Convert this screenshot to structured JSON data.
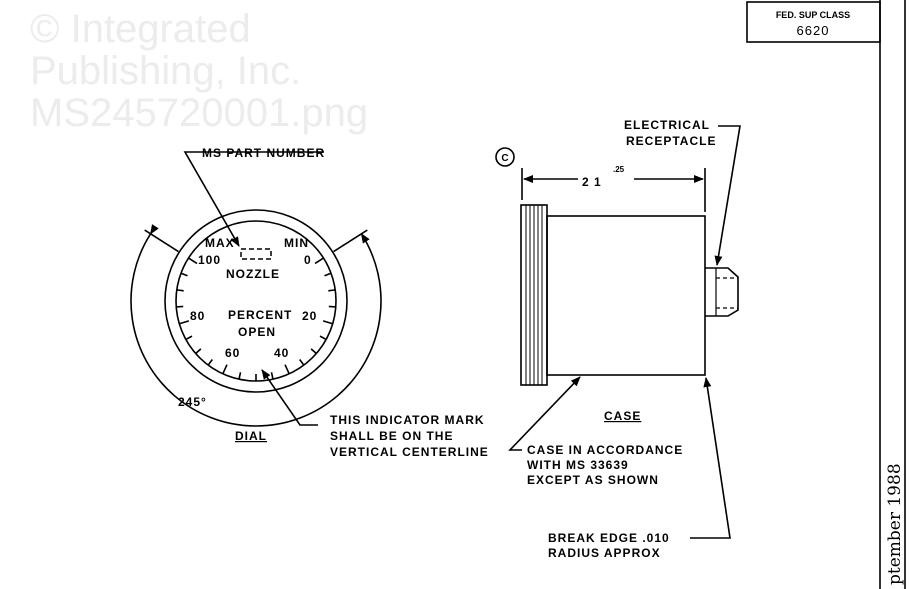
{
  "title_block": {
    "label": "FED. SUP CLASS",
    "value": "6620"
  },
  "side_text": "ptember 1988",
  "watermark": [
    "© Integrated",
    "Publishing, Inc.",
    "MS245720001.png"
  ],
  "dial": {
    "callout_part_number": "MS PART NUMBER",
    "max_label": "MAX",
    "min_label": "MIN",
    "nozzle_label": "NOZZLE",
    "percent_label": "PERCENT",
    "open_label": "OPEN",
    "scale_labels": [
      "100",
      "80",
      "60",
      "40",
      "20",
      "0"
    ],
    "angle_label": "245°",
    "caption": "DIAL",
    "callout_mark": [
      "THIS INDICATOR MARK",
      "SHALL BE ON THE",
      "VERTICAL CENTERLINE"
    ],
    "scale_span_degrees": 245
  },
  "case": {
    "view_marker": "C",
    "dimension": "2 1",
    "dimension_tol": ".25",
    "callout_receptacle": [
      "ELECTRICAL",
      "RECEPTACLE"
    ],
    "caption": "CASE",
    "callout_case": [
      "CASE IN ACCORDANCE",
      "WITH MS 33639",
      "EXCEPT AS SHOWN"
    ],
    "callout_edge": [
      "BREAK  EDGE .010",
      "RADIUS  APPROX"
    ]
  }
}
